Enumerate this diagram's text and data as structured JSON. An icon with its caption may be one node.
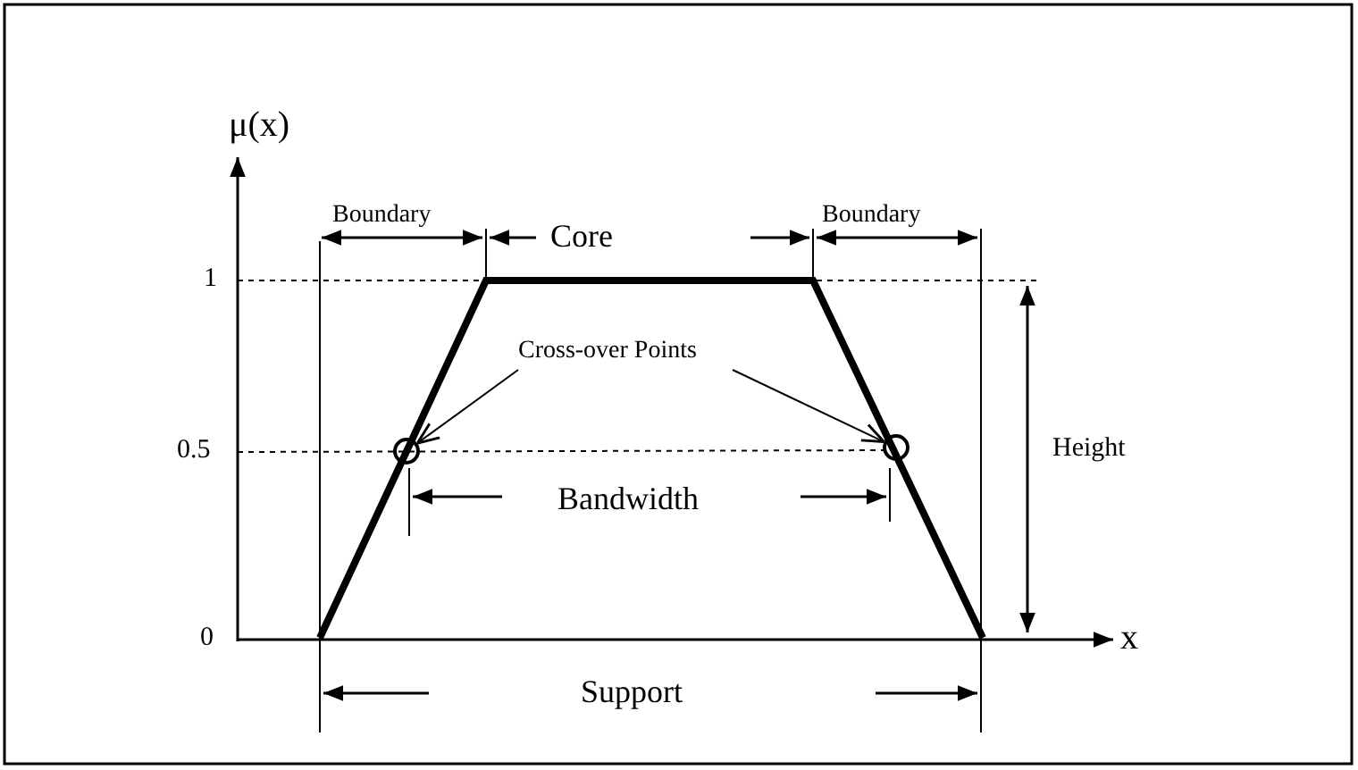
{
  "diagram": {
    "nodes": [
      {
        "text": [
          "Cross-over Points"
        ]
      },
      {
        "text": [],
        "shape": "circle"
      },
      {
        "text": [],
        "shape": "circle"
      }
    ],
    "edges": [
      {
        "from": 0,
        "to": 1,
        "arrow": "to"
      },
      {
        "from": 0,
        "to": 2,
        "arrow": "to"
      }
    ],
    "labels": [
      "μ(x)",
      "Boundary",
      "Core",
      "Boundary",
      "1",
      "0.5",
      "Bandwidth",
      "Height",
      "0",
      "x",
      "Support"
    ]
  }
}
